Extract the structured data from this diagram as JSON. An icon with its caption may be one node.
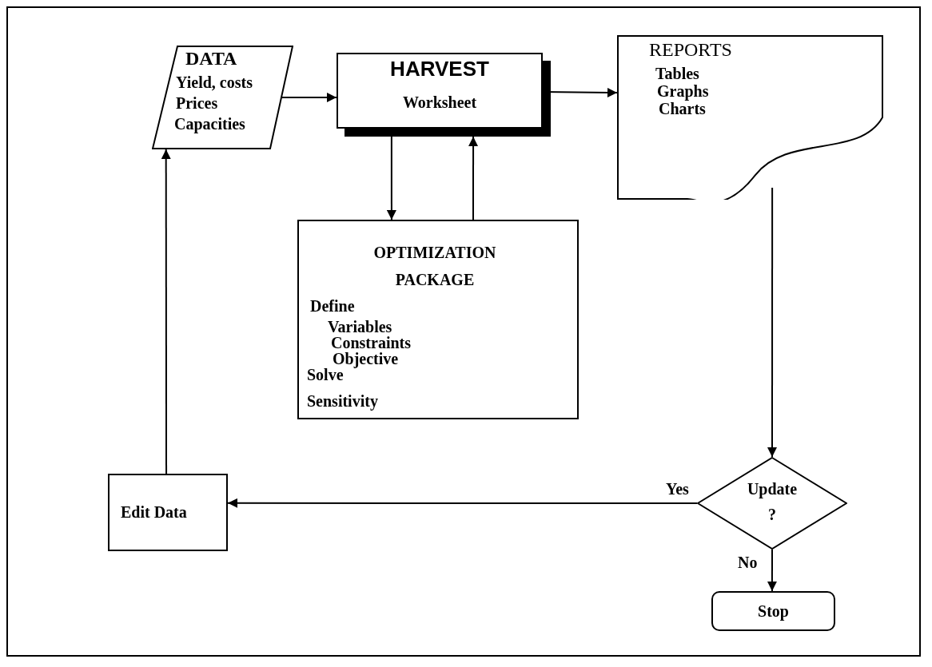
{
  "diagram": {
    "nodes": [
      {
        "text": [
          "DATA",
          "Yield, costs",
          "Prices",
          "Capacities"
        ]
      },
      {
        "text": [
          "HARVEST",
          "Worksheet"
        ]
      },
      {
        "text": [
          "REPORTS",
          "Tables",
          "Graphs",
          "Charts"
        ]
      },
      {
        "text": [
          "OPTIMIZATION PACKAGE",
          "Define",
          "Variables",
          "Constraints",
          "Objective",
          "Solve",
          "Sensitivity"
        ]
      },
      {
        "text": [
          "Edit Data"
        ]
      },
      {
        "text": [
          "Update",
          "?"
        ]
      },
      {
        "text": [
          "Stop"
        ]
      }
    ],
    "edges": [
      {
        "from": 0,
        "to": 1,
        "arrow": "to"
      },
      {
        "from": 1,
        "to": 2,
        "arrow": "to"
      },
      {
        "from": 1,
        "to": 3,
        "arrow": "to"
      },
      {
        "from": 3,
        "to": 1,
        "arrow": "to"
      },
      {
        "from": 2,
        "to": 5,
        "arrow": "to"
      },
      {
        "from": 5,
        "to": 4,
        "arrow": "to",
        "label": "Yes"
      },
      {
        "from": 5,
        "to": 6,
        "arrow": "to",
        "label": "No"
      },
      {
        "from": 4,
        "to": 0,
        "arrow": "to"
      }
    ]
  }
}
